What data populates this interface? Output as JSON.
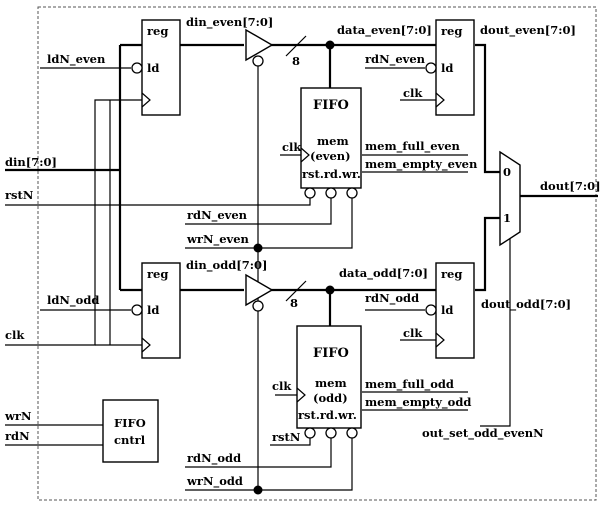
{
  "labels": {
    "din_even": "din_even[7:0]",
    "data_even": "data_even[7:0]",
    "dout_even": "dout_even[7:0]",
    "ldN_even": "ldN_even",
    "rdN_even_top": "rdN_even",
    "clk_reg_even_out": "clk",
    "bus_width_top": "8",
    "clk_fifo_even": "clk",
    "mem_full_even": "mem_full_even",
    "mem_empty_even": "mem_empty_even",
    "din": "din[7:0]",
    "rstN": "rstN",
    "rdN_even_fifo": "rdN_even",
    "wrN_even": "wrN_even",
    "dout": "dout[7:0]",
    "din_odd": "din_odd[7:0]",
    "data_odd": "data_odd[7:0]",
    "ldN_odd": "ldN_odd",
    "rdN_odd_top": "rdN_odd",
    "dout_odd": "dout_odd[7:0]",
    "bus_width_bot": "8",
    "clk": "clk",
    "clk_reg_odd_out": "clk",
    "clk_fifo_odd": "clk",
    "mem_full_odd": "mem_full_odd",
    "mem_empty_odd": "mem_empty_odd",
    "rstN_fifo_odd": "rstN",
    "wrN": "wrN",
    "rdN": "rdN",
    "rdN_odd_fifo": "rdN_odd",
    "wrN_odd": "wrN_odd",
    "out_set": "out_set_odd_evenN"
  },
  "blocks": {
    "reg_even_in": {
      "title": "reg",
      "port": "ld"
    },
    "reg_even_out": {
      "title": "reg",
      "port": "ld"
    },
    "reg_odd_in": {
      "title": "reg",
      "port": "ld"
    },
    "reg_odd_out": {
      "title": "reg",
      "port": "ld"
    },
    "fifo_even": {
      "title": "FIFO",
      "line1": "mem",
      "line2": "(even)",
      "ports": "rst.rd.wr."
    },
    "fifo_odd": {
      "title": "FIFO",
      "line1": "mem",
      "line2": "(odd)",
      "ports": "rst.rd.wr."
    },
    "fifo_ctrl": {
      "line1": "FIFO",
      "line2": "cntrl"
    },
    "mux": {
      "in0": "0",
      "in1": "1"
    }
  }
}
